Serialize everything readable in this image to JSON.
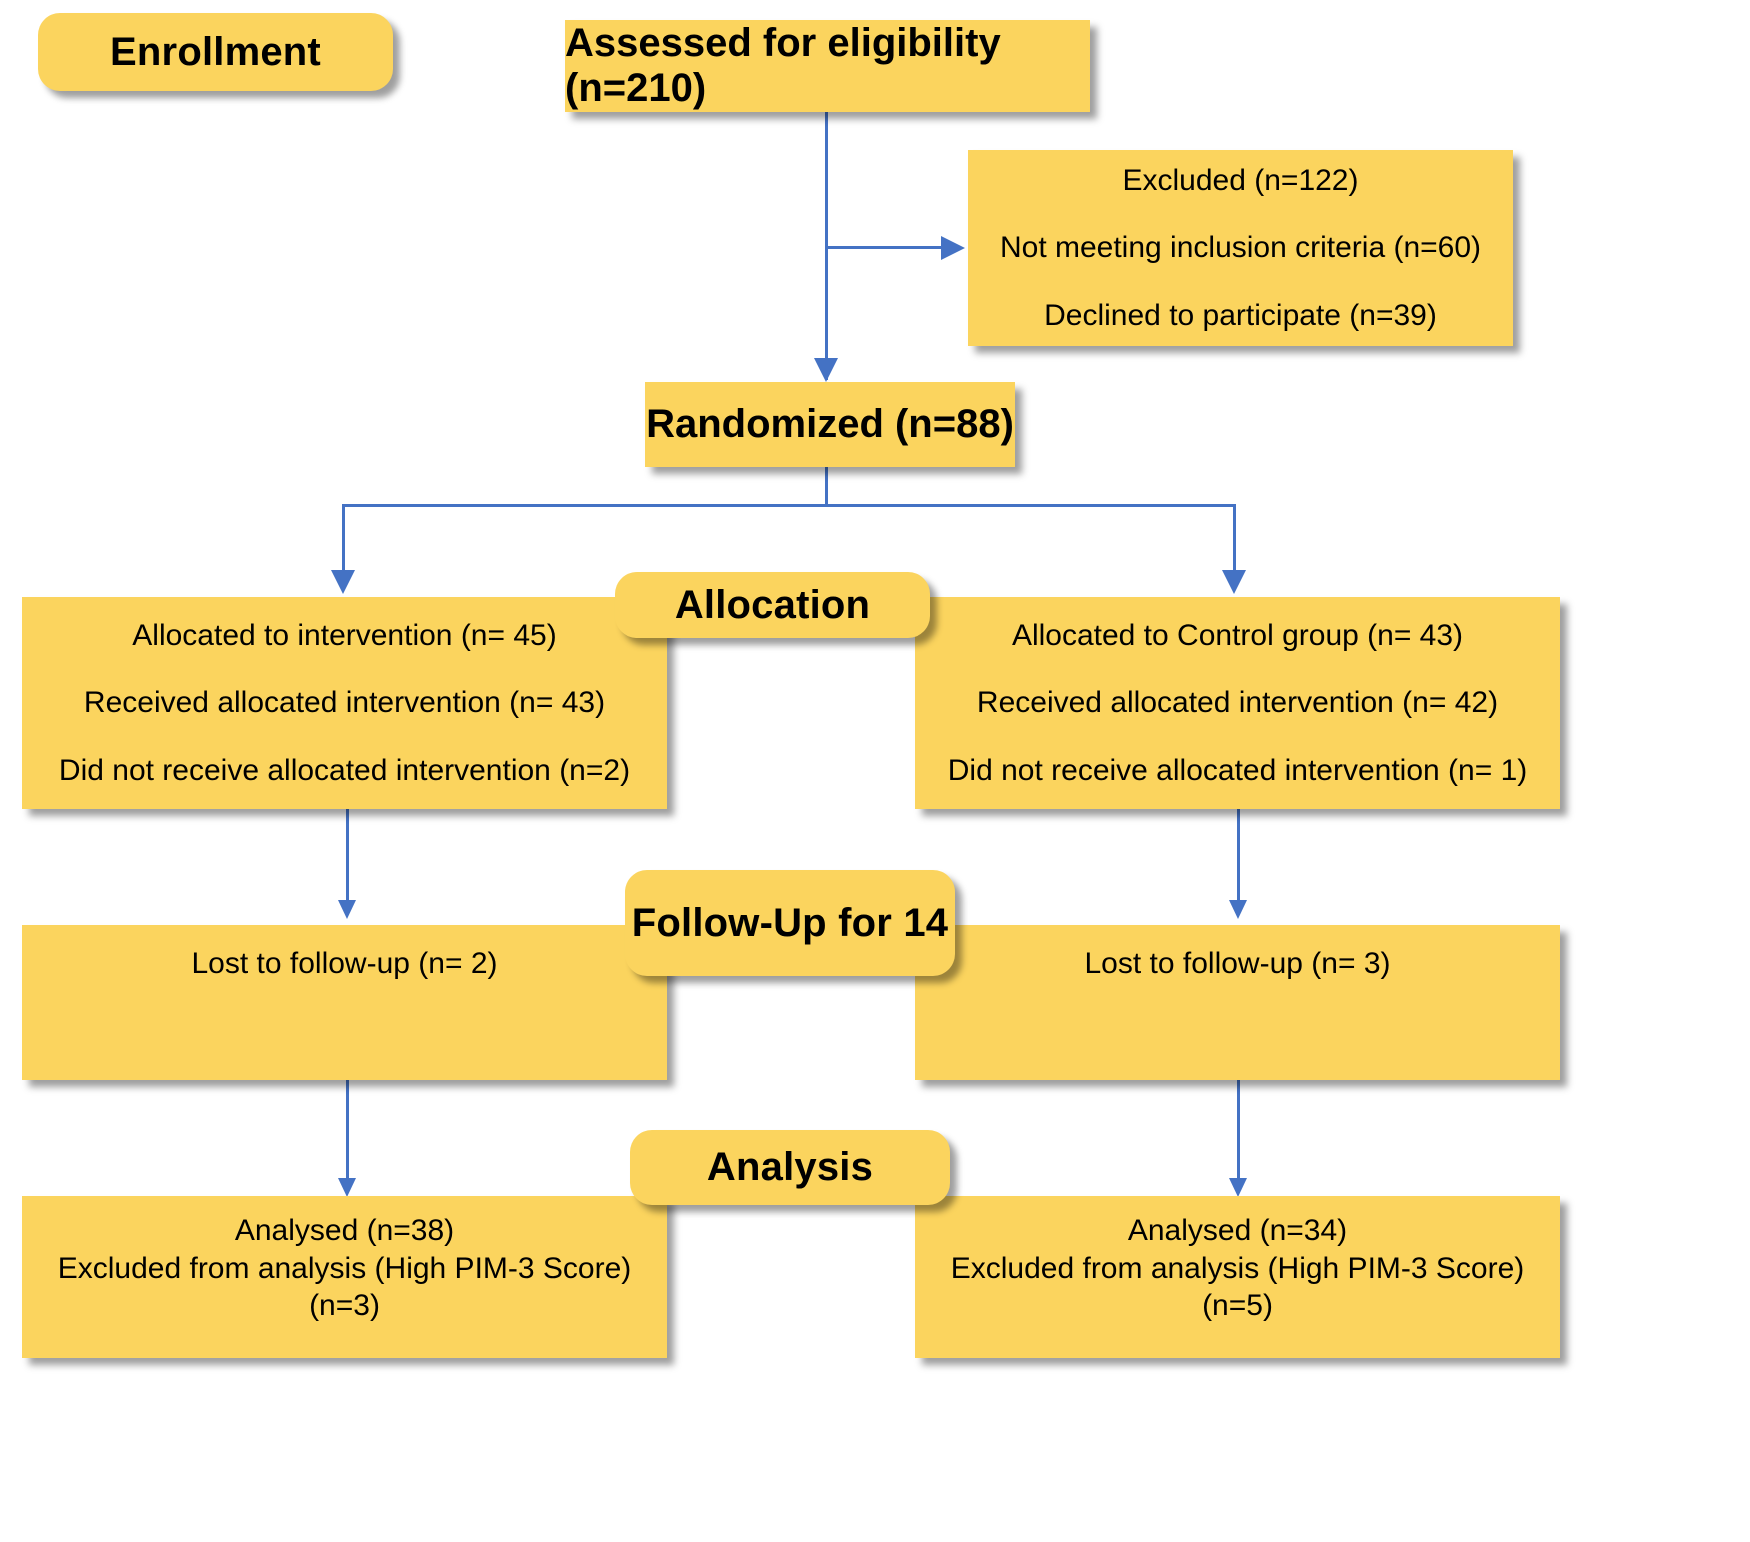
{
  "diagram": {
    "type": "consort-flow-diagram",
    "accent_box_color": "#FBD45E",
    "connector_color": "#4472C4",
    "text_color": "#000000"
  },
  "stages": {
    "enrollment": "Enrollment",
    "allocation": "Allocation",
    "followup": "Follow-Up for 14",
    "analysis": "Analysis"
  },
  "enrollment": {
    "assessed": "Assessed for eligibility (n=210)",
    "excluded": {
      "total": "Excluded (n=122)",
      "reason_1": "Not meeting inclusion criteria (n=60)",
      "reason_2": "Declined to participate (n=39)"
    },
    "randomized": "Randomized (n=88)"
  },
  "allocation": {
    "intervention": {
      "allocated": "Allocated to intervention (n= 45)",
      "received": "Received allocated intervention (n= 43)",
      "not_received": "Did not receive allocated intervention (n=2)"
    },
    "control": {
      "allocated": "Allocated to Control group (n= 43)",
      "received": "Received allocated intervention (n= 42)",
      "not_received": "Did not receive allocated intervention (n= 1)"
    }
  },
  "followup": {
    "intervention": {
      "lost": "Lost to follow-up (n= 2)"
    },
    "control": {
      "lost": "Lost to follow-up (n= 3)"
    }
  },
  "analysis": {
    "intervention": {
      "analysed": "Analysed (n=38)",
      "excluded": "Excluded from analysis (High PIM-3 Score)",
      "excluded_n": "(n=3)"
    },
    "control": {
      "analysed": "Analysed (n=34)",
      "excluded": "Excluded from analysis (High PIM-3 Score)",
      "excluded_n": "(n=5)"
    }
  }
}
